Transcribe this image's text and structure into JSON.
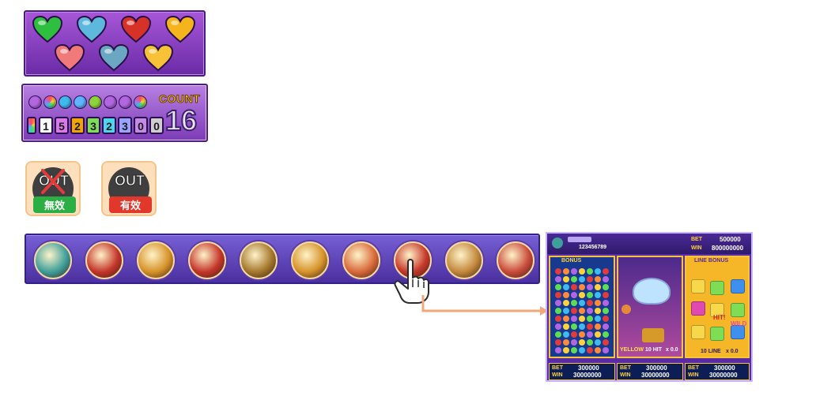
{
  "hearts_panel": {
    "hearts": [
      {
        "icon": "green-heart-icon",
        "color": "#2fbf3f"
      },
      {
        "icon": "blue-heart-icon",
        "color": "#5cb8dc"
      },
      {
        "icon": "red-heart-icon",
        "color": "#d63228"
      },
      {
        "icon": "yellow-heart-icon",
        "color": "#f5b41b"
      },
      {
        "icon": "pink-heart-icon",
        "color": "#f07a7a"
      },
      {
        "icon": "teal-heart-icon",
        "color": "#6aa7c2"
      },
      {
        "icon": "gold-heart-icon",
        "color": "#f7c236"
      }
    ]
  },
  "count_panel": {
    "label": "COUNT",
    "value": "16",
    "dots": [
      {
        "color": "#b267e0"
      },
      {
        "color": "rainbow"
      },
      {
        "color": "#3fb9ee"
      },
      {
        "color": "#5fb4ff"
      },
      {
        "color": "#8fd33a"
      },
      {
        "color": "#b267e0"
      },
      {
        "color": "#b267e0"
      },
      {
        "color": "rainbow"
      }
    ],
    "numbers": [
      {
        "value": "1",
        "color": "#ffffff"
      },
      {
        "value": "5",
        "color": "#d97ae8"
      },
      {
        "value": "2",
        "color": "#f2a400"
      },
      {
        "value": "3",
        "color": "#7fdc55"
      },
      {
        "value": "2",
        "color": "#4fd5ee"
      },
      {
        "value": "3",
        "color": "#9aa3ff"
      },
      {
        "value": "0",
        "color": "#c58ae6"
      },
      {
        "value": "0",
        "color": "#cfcfcf"
      }
    ]
  },
  "out_badges": [
    {
      "word": "OUT",
      "sub": "無效",
      "sub_color": "#2bae44",
      "crossed": true
    },
    {
      "word": "OUT",
      "sub": "有效",
      "sub_color": "#e2382c",
      "crossed": false
    }
  ],
  "game_strip": {
    "games": [
      {
        "icon": "snake-game-icon",
        "color": "#3e9f9b"
      },
      {
        "icon": "fortune-bag-game-icon",
        "color": "#c4352a"
      },
      {
        "icon": "gold-pot-game-icon",
        "color": "#d6932a"
      },
      {
        "icon": "fortune-bag-gold-game-icon",
        "color": "#c4352a"
      },
      {
        "icon": "bronze-dragon-game-icon",
        "color": "#a5782c"
      },
      {
        "icon": "gold-pot-game-icon-2",
        "color": "#d6932a"
      },
      {
        "icon": "god-of-wealth-game-icon",
        "color": "#d86a3b"
      },
      {
        "icon": "red-gems-game-icon",
        "color": "#c7392c"
      },
      {
        "icon": "gingerbread-game-icon",
        "color": "#c3883d"
      },
      {
        "icon": "santa-game-icon",
        "color": "#c94a3a"
      }
    ]
  },
  "hand_icon": "pointing-hand-icon",
  "game_preview": {
    "user_id": "123456789",
    "bet_label": "BET",
    "bet_value": "500000",
    "win_label": "WIN",
    "win_value": "800000000",
    "board_left_title": "BONUS",
    "board_right_title": "LINE BONUS",
    "left_bottom": {
      "bet_label": "BET",
      "bet": "300000",
      "win_label": "WIN",
      "win": "30000000"
    },
    "middle_bottom": {
      "bet_label": "BET",
      "bet": "300000",
      "win_label": "WIN",
      "win": "30000000"
    },
    "right_bottom": {
      "bet_label": "BET",
      "bet": "300000",
      "win_label": "WIN",
      "win": "30000000"
    },
    "middle_status": "YELLOW",
    "middle_hit": "10 HIT",
    "middle_mult": "x 0.0",
    "right_status": "10 LINE",
    "right_mult": "x 0.0",
    "hit_text": "HIT!",
    "wild_text": "WILD"
  }
}
